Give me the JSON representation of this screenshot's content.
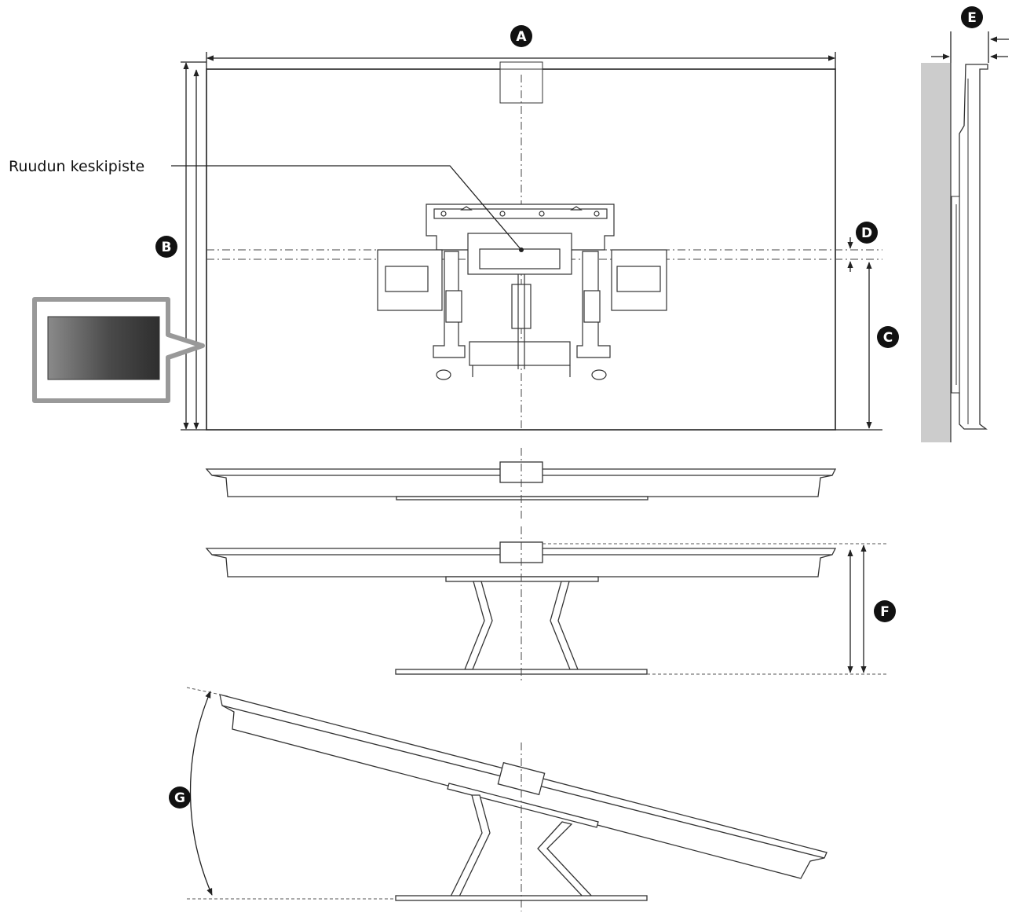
{
  "callout": {
    "label": "Ruudun keskipiste"
  },
  "badges": {
    "a": "A",
    "b": "B",
    "c": "C",
    "d": "D",
    "e": "E",
    "f": "F",
    "g": "G"
  }
}
